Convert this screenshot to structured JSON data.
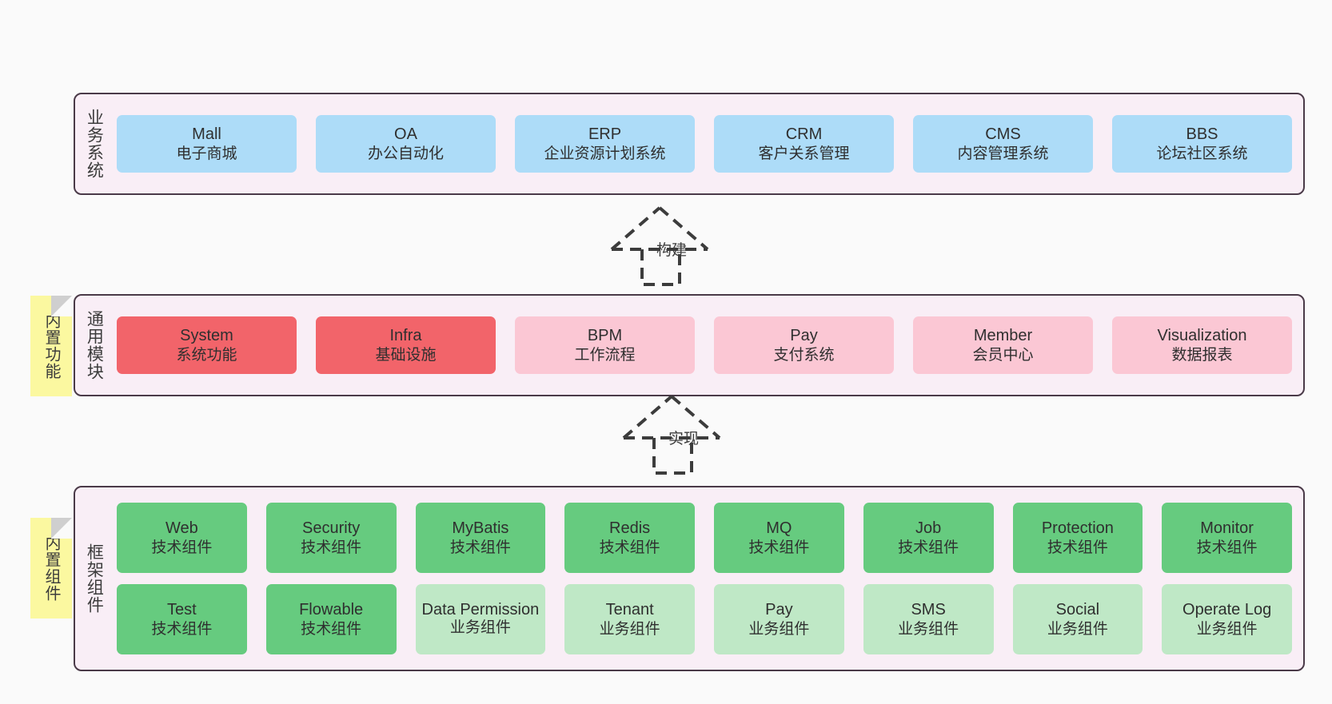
{
  "layers": [
    {
      "key": "business",
      "title": "业务系统",
      "rows": [
        {
          "cells": [
            {
              "name": "Mall",
              "sub": "电子商城",
              "color": "c-blue"
            },
            {
              "name": "OA",
              "sub": "办公自动化",
              "color": "c-blue"
            },
            {
              "name": "ERP",
              "sub": "企业资源计划系统",
              "color": "c-blue"
            },
            {
              "name": "CRM",
              "sub": "客户关系管理",
              "color": "c-blue"
            },
            {
              "name": "CMS",
              "sub": "内容管理系统",
              "color": "c-blue"
            },
            {
              "name": "BBS",
              "sub": "论坛社区系统",
              "color": "c-blue"
            }
          ]
        }
      ]
    },
    {
      "key": "common",
      "title": "通用模块",
      "note": "内置功能",
      "rows": [
        {
          "cells": [
            {
              "name": "System",
              "sub": "系统功能",
              "color": "c-red"
            },
            {
              "name": "Infra",
              "sub": "基础设施",
              "color": "c-red"
            },
            {
              "name": "BPM",
              "sub": "工作流程",
              "color": "c-pink"
            },
            {
              "name": "Pay",
              "sub": "支付系统",
              "color": "c-pink"
            },
            {
              "name": "Member",
              "sub": "会员中心",
              "color": "c-pink"
            },
            {
              "name": "Visualization",
              "sub": "数据报表",
              "color": "c-pink"
            }
          ]
        }
      ]
    },
    {
      "key": "framework",
      "title": "框架组件",
      "note": "内置组件",
      "rows": [
        {
          "cells": [
            {
              "name": "Web",
              "sub": "技术组件",
              "color": "c-green-dark"
            },
            {
              "name": "Security",
              "sub": "技术组件",
              "color": "c-green-dark"
            },
            {
              "name": "MyBatis",
              "sub": "技术组件",
              "color": "c-green-dark"
            },
            {
              "name": "Redis",
              "sub": "技术组件",
              "color": "c-green-dark"
            },
            {
              "name": "MQ",
              "sub": "技术组件",
              "color": "c-green-dark"
            },
            {
              "name": "Job",
              "sub": "技术组件",
              "color": "c-green-dark"
            },
            {
              "name": "Protection",
              "sub": "技术组件",
              "color": "c-green-dark"
            },
            {
              "name": "Monitor",
              "sub": "技术组件",
              "color": "c-green-dark"
            }
          ]
        },
        {
          "cells": [
            {
              "name": "Test",
              "sub": "技术组件",
              "color": "c-green-dark"
            },
            {
              "name": "Flowable",
              "sub": "技术组件",
              "color": "c-green-dark"
            },
            {
              "name": "Data Permission",
              "sub": "业务组件",
              "color": "c-green-lite"
            },
            {
              "name": "Tenant",
              "sub": "业务组件",
              "color": "c-green-lite"
            },
            {
              "name": "Pay",
              "sub": "业务组件",
              "color": "c-green-lite"
            },
            {
              "name": "SMS",
              "sub": "业务组件",
              "color": "c-green-lite"
            },
            {
              "name": "Social",
              "sub": "业务组件",
              "color": "c-green-lite"
            },
            {
              "name": "Operate Log",
              "sub": "业务组件",
              "color": "c-green-lite"
            }
          ]
        }
      ]
    }
  ],
  "connectors": [
    {
      "key": "build",
      "label": "构建"
    },
    {
      "key": "implement",
      "label": "实现"
    }
  ],
  "colors": {
    "canvas": "#fafafa",
    "layer_fill": "#f9eef6",
    "layer_border": "#4a3a48",
    "sticky_fill": "#fbf8a0",
    "business_box": "#addcf8",
    "module_core_box": "#f2646a",
    "module_box": "#fbc7d4",
    "tech_component_box": "#66cb7f",
    "biz_component_box": "#bfe8c6",
    "connector_stroke": "#3c3c3c"
  }
}
